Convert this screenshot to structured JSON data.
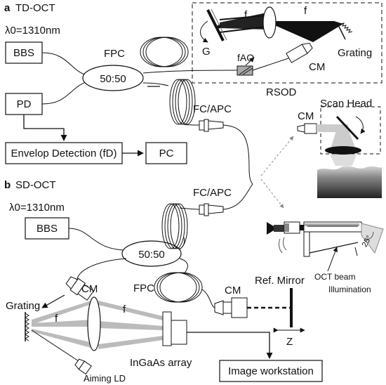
{
  "top": {
    "section_letter": "a",
    "section_title": "TD-OCT",
    "wavelength": "λ0=1310nm",
    "source": "BBS",
    "coupler": "50:50",
    "fpc": "FPC",
    "detector": "PD",
    "fc_apc": "FC/APC",
    "envelope": "Envelop Detection (fD)",
    "pc": "PC",
    "rsod": {
      "label": "RSOD",
      "focal_1": "f",
      "focal_2": "f",
      "galvo": "G",
      "grating": "Grating",
      "collimator": "CM",
      "aom": "fAO"
    }
  },
  "scan": {
    "title": "Scan Head",
    "collimator": "CM",
    "angle": "25°",
    "beam": "OCT beam",
    "illumination": "Illumination"
  },
  "bottom": {
    "section_letter": "b",
    "section_title": "SD-OCT",
    "wavelength": "λ0=1310nm",
    "source": "BBS",
    "coupler": "50:50",
    "fc_apc": "FC/APC",
    "fpc": "FPC",
    "collimator_ref": "CM",
    "ref_mirror": "Ref. Mirror",
    "z_axis": "Z",
    "grating": "Grating",
    "collimator_spec": "CM",
    "focal_1": "f",
    "focal_2": "f",
    "array": "InGaAs array",
    "aiming": "Aiming LD",
    "workstation": "Image workstation"
  }
}
